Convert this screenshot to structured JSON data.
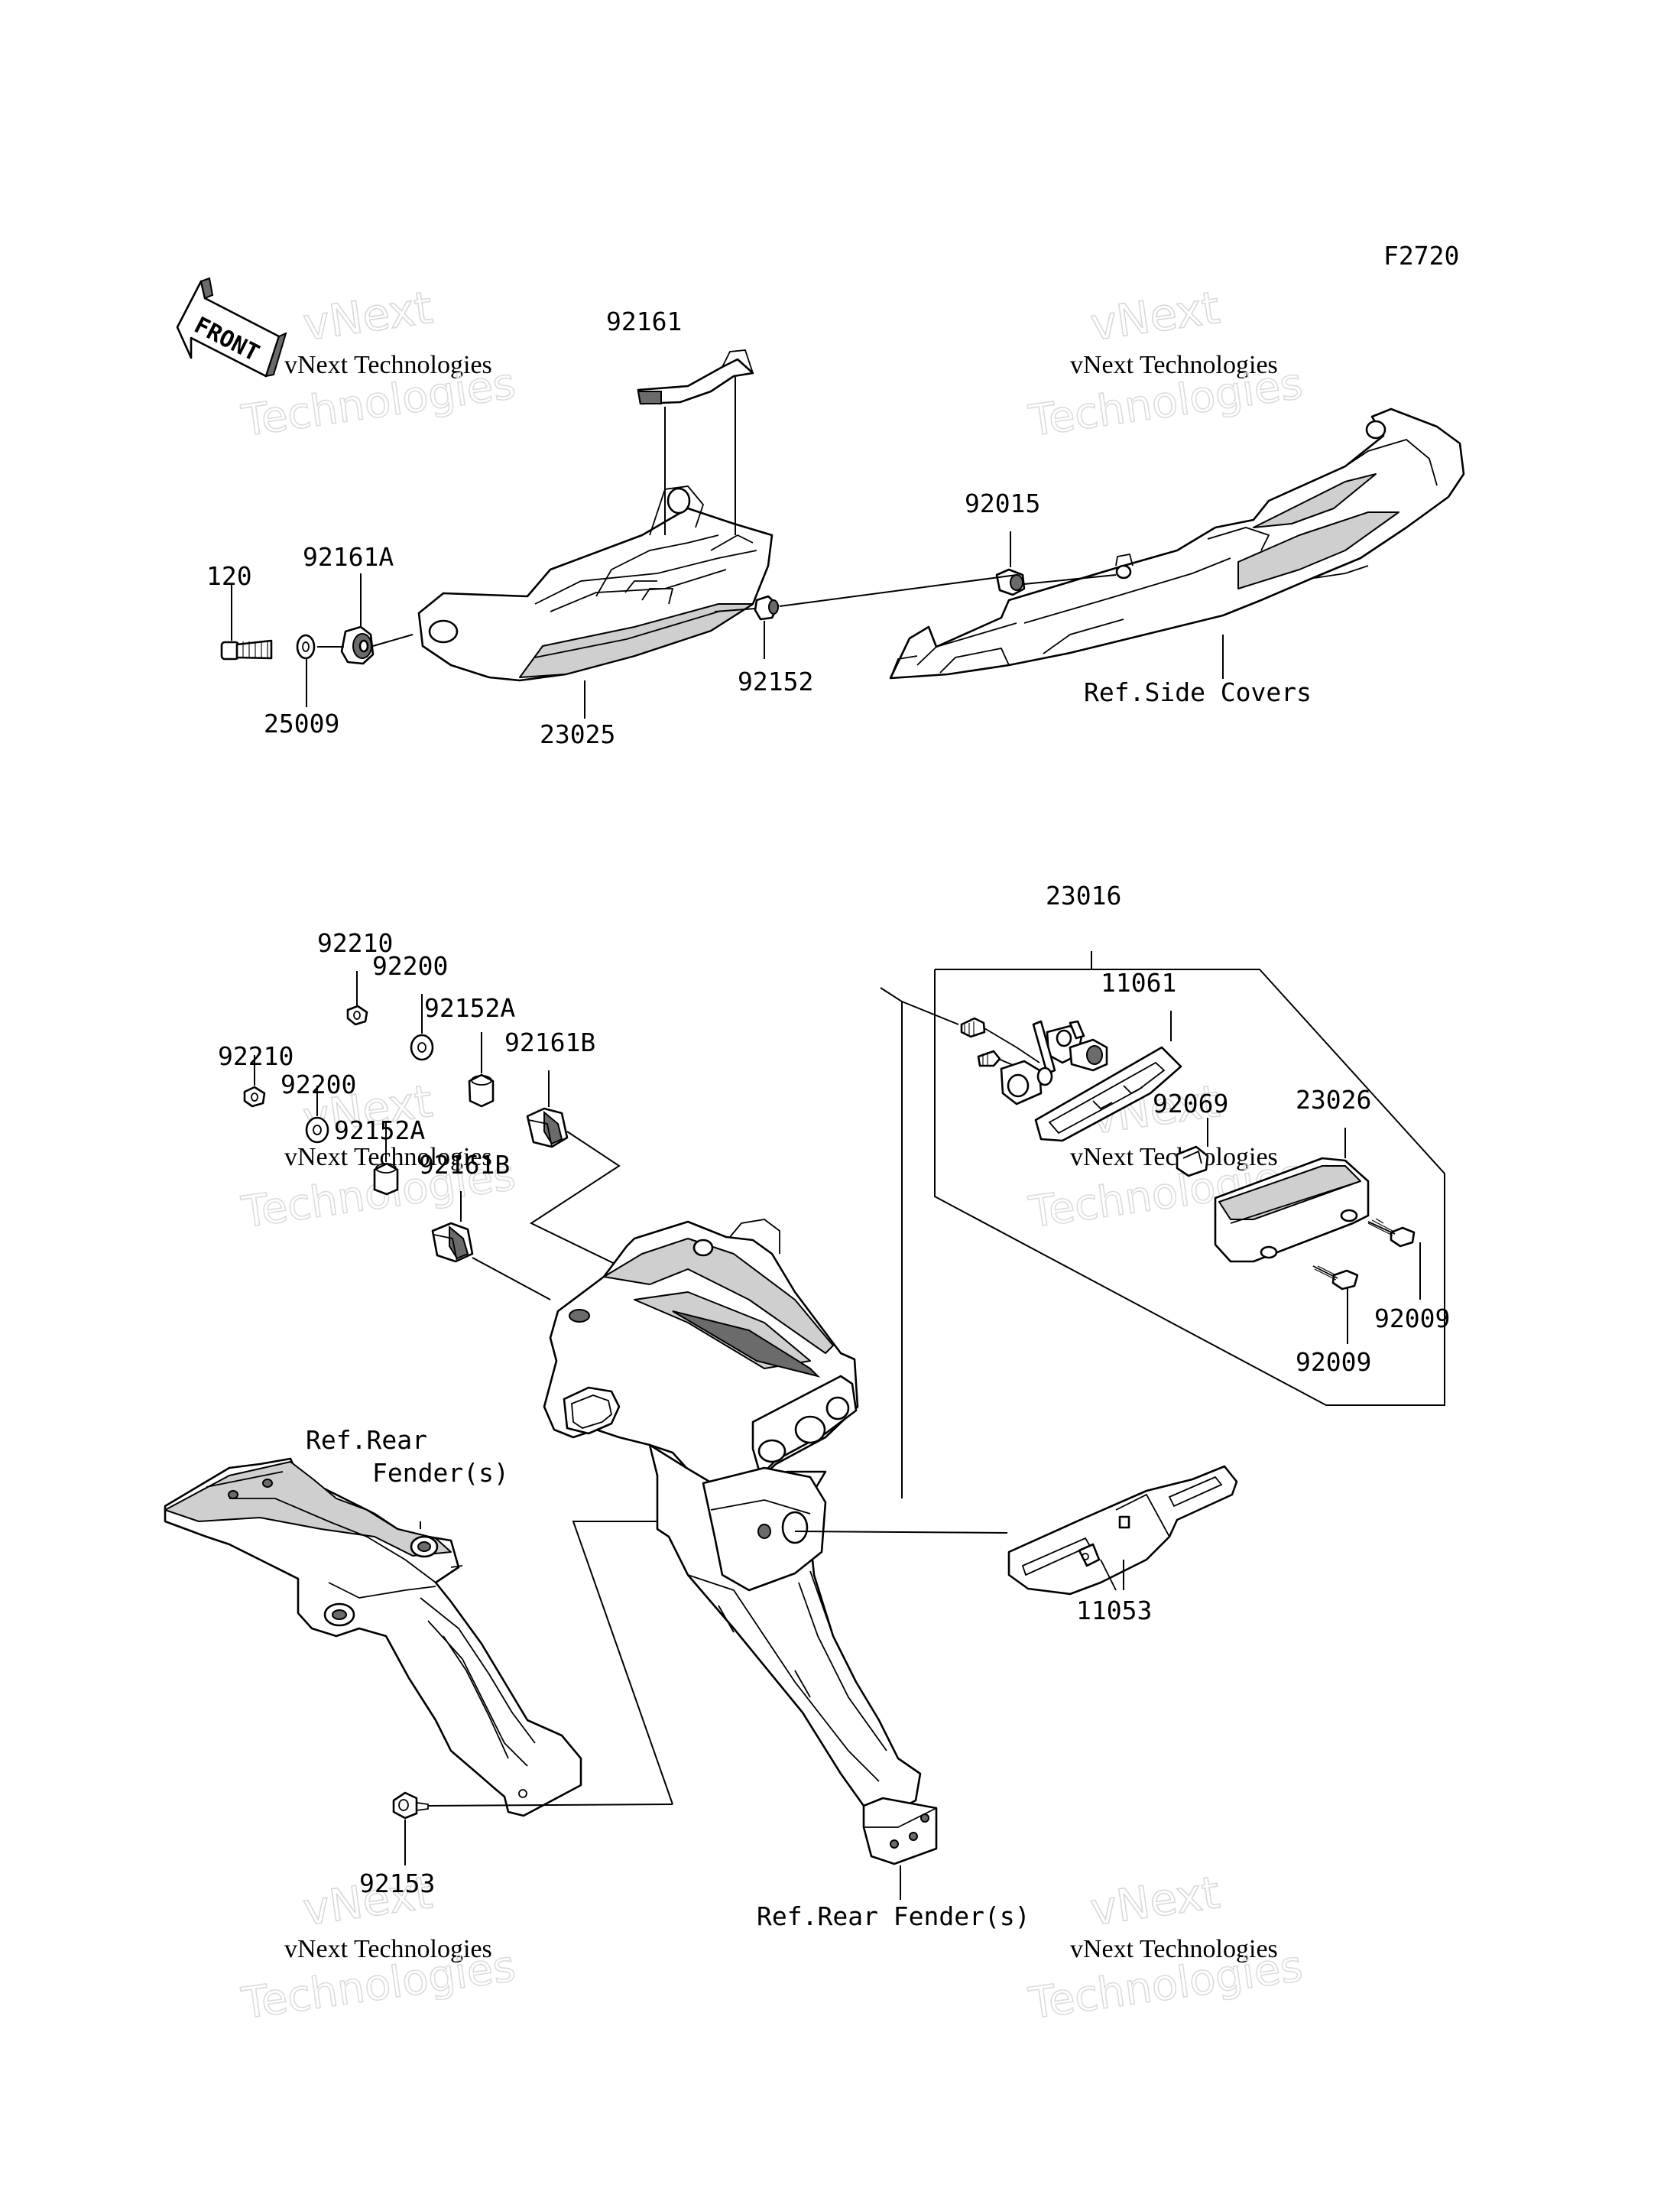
{
  "diagram_code": "F2720",
  "front_arrow_label": "FRONT",
  "watermark": {
    "line1": "vNext",
    "line2": "vNext Technologies",
    "line3": "Technologies"
  },
  "labels": {
    "p92161": "92161",
    "p120": "120",
    "p92161A": "92161A",
    "p25009": "25009",
    "p23025": "23025",
    "p92152": "92152",
    "p92015": "92015",
    "ref_side_covers": "Ref.Side Covers",
    "p23016": "23016",
    "p11061": "11061",
    "p92069": "92069",
    "p23026": "23026",
    "p92009_a": "92009",
    "p92009_b": "92009",
    "p92210_a": "92210",
    "p92200_a": "92200",
    "p92152A_a": "92152A",
    "p92161B_a": "92161B",
    "p92210_b": "92210",
    "p92200_b": "92200",
    "p92152A_b": "92152A",
    "p92161B_b": "92161B",
    "ref_rear_fender_1a": "Ref.Rear",
    "ref_rear_fender_1b": "Fender(s)",
    "p11053": "11053",
    "p92153": "92153",
    "ref_rear_fender_2": "Ref.Rear Fender(s)"
  }
}
